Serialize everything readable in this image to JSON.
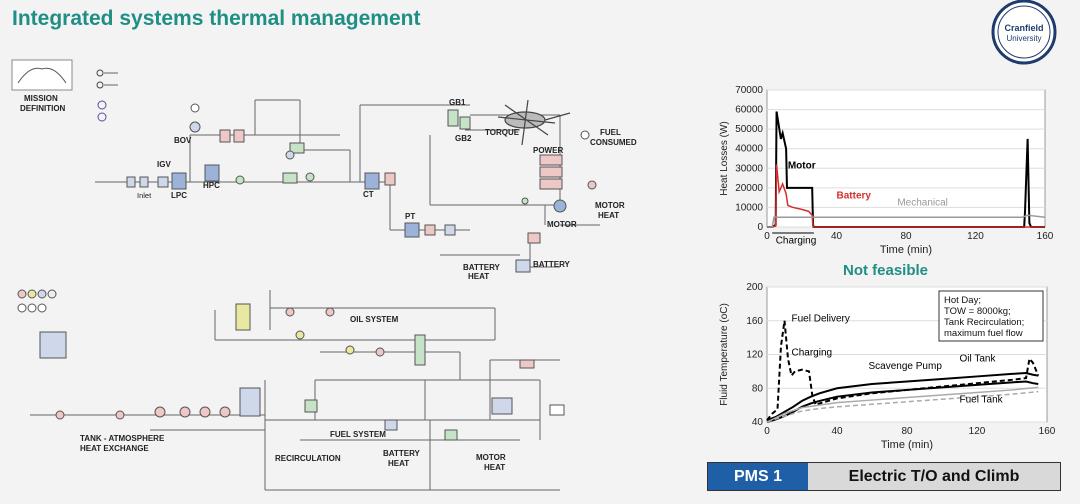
{
  "slide": {
    "title": "Integrated systems thermal management",
    "logo": {
      "line1": "Cranfield",
      "line2": "University"
    },
    "not_feasible": "Not feasible",
    "footer": {
      "label": "PMS 1",
      "text": "Electric T/O and Climb"
    }
  },
  "diagram_top": {
    "mission_line1": "MISSION",
    "mission_line2": "DEFINITION",
    "bov": "BOV",
    "igv": "IGV",
    "hpc": "HPC",
    "lpc": "LPC",
    "inlet": "Inlet",
    "ct": "CT",
    "pt": "PT",
    "gb1": "GB1",
    "gb2": "GB2",
    "torque": "TORQUE",
    "fuel_line1": "FUEL",
    "fuel_line2": "CONSUMED",
    "power": "POWER",
    "motor": "MOTOR",
    "motor_heat_line1": "MOTOR",
    "motor_heat_line2": "HEAT",
    "battery": "BATTERY",
    "battery_heat_line1": "BATTERY",
    "battery_heat_line2": "HEAT"
  },
  "diagram_bottom": {
    "oil_system": "OIL SYSTEM",
    "fuel_system": "FUEL SYSTEM",
    "recirculation": "RECIRCULATION",
    "tank_line1": "TANK - ATMOSPHERE",
    "tank_line2": "HEAT EXCHANGE",
    "battery_heat_line1": "BATTERY",
    "battery_heat_line2": "HEAT",
    "motor_heat_line1": "MOTOR",
    "motor_heat_line2": "HEAT"
  },
  "chart_data": [
    {
      "type": "line",
      "title": "",
      "xlabel": "Time (min)",
      "ylabel": "Heat Losses (W)",
      "xlim": [
        0,
        160
      ],
      "ylim": [
        0,
        70000
      ],
      "xticks": [
        0,
        40,
        80,
        120,
        160
      ],
      "yticks": [
        0,
        10000,
        20000,
        30000,
        40000,
        50000,
        60000,
        70000
      ],
      "grid": true,
      "series": [
        {
          "name": "Motor",
          "color": "#000000",
          "x": [
            0,
            3,
            5,
            5.5,
            8,
            9,
            11,
            11.5,
            13,
            15,
            15.5,
            20,
            26,
            26.5,
            27,
            30,
            40,
            80,
            120,
            148,
            148.5,
            150,
            151,
            152,
            160
          ],
          "y": [
            0,
            0,
            1000,
            59000,
            45000,
            48000,
            40000,
            20000,
            20000,
            20000,
            20000,
            20000,
            20000,
            1000,
            0,
            0,
            0,
            0,
            0,
            0,
            8000,
            45000,
            2000,
            0,
            0
          ]
        },
        {
          "name": "Battery",
          "color": "#d0312d",
          "x": [
            0,
            3,
            5,
            5.5,
            7,
            9,
            11,
            12,
            15,
            20,
            24,
            26,
            26.5,
            30,
            40,
            80,
            120,
            160
          ],
          "y": [
            0,
            0,
            500,
            32000,
            18000,
            22000,
            17000,
            11000,
            10000,
            9000,
            8000,
            6000,
            0,
            0,
            0,
            0,
            0,
            0
          ]
        },
        {
          "name": "Mechanical",
          "color": "#9a9a9a",
          "x": [
            0,
            3,
            4,
            10,
            20,
            40,
            80,
            120,
            147,
            150,
            160
          ],
          "y": [
            0,
            0,
            5000,
            5000,
            5000,
            5000,
            5000,
            5000,
            5000,
            6000,
            5000
          ]
        }
      ],
      "annotations": [
        {
          "text": "Motor",
          "x": 12,
          "y": 30000,
          "color": "#000000"
        },
        {
          "text": "Battery",
          "x": 40,
          "y": 14500,
          "color": "#d0312d"
        },
        {
          "text": "Mechanical",
          "x": 75,
          "y": 11000,
          "color": "#9a9a9a"
        },
        {
          "text": "Charging",
          "x": 5,
          "y": -8500,
          "color": "#000000"
        }
      ]
    },
    {
      "type": "line",
      "title": "",
      "xlabel": "Time (min)",
      "ylabel": "Fluid Temperature (oC)",
      "xlim": [
        0,
        160
      ],
      "ylim": [
        40,
        200
      ],
      "xticks": [
        0,
        40,
        80,
        120,
        160
      ],
      "yticks": [
        40,
        80,
        120,
        160,
        200
      ],
      "grid": true,
      "legend_box": [
        "Hot Day;",
        "TOW = 8000kg;",
        "Tank Recirculation;",
        "maximum fuel flow"
      ],
      "series": [
        {
          "name": "Fuel Delivery",
          "color": "#000000",
          "dash": true,
          "x": [
            0,
            3,
            6,
            8,
            10,
            12,
            14,
            16,
            20,
            24,
            26,
            28,
            30,
            40,
            60,
            80,
            100,
            120,
            140,
            148,
            150,
            152,
            155
          ],
          "y": [
            42,
            50,
            55,
            130,
            160,
            115,
            95,
            100,
            102,
            100,
            70,
            60,
            62,
            68,
            74,
            78,
            82,
            86,
            90,
            92,
            115,
            110,
            95
          ]
        },
        {
          "name": "Scavenge Pump",
          "color": "#000000",
          "x": [
            0,
            5,
            10,
            15,
            20,
            25,
            30,
            40,
            60,
            80,
            100,
            120,
            140,
            148,
            152,
            155
          ],
          "y": [
            42,
            46,
            52,
            58,
            65,
            70,
            74,
            80,
            85,
            88,
            91,
            94,
            97,
            98,
            96,
            95
          ]
        },
        {
          "name": "Oil Tank",
          "color": "#000000",
          "x": [
            0,
            5,
            10,
            15,
            20,
            25,
            30,
            40,
            60,
            80,
            100,
            120,
            140,
            148,
            152,
            155
          ],
          "y": [
            40,
            43,
            47,
            52,
            58,
            62,
            65,
            70,
            75,
            78,
            81,
            84,
            87,
            88,
            86,
            85
          ]
        },
        {
          "name": "Fuel Tank",
          "color": "#aaaaaa",
          "dash": true,
          "x": [
            0,
            10,
            20,
            30,
            40,
            60,
            80,
            100,
            120,
            140,
            155
          ],
          "y": [
            40,
            47,
            53,
            56,
            58,
            61,
            64,
            67,
            70,
            73,
            76
          ]
        },
        {
          "name": "Fuel Tank solid",
          "color": "#aaaaaa",
          "x": [
            0,
            10,
            20,
            30,
            40,
            60,
            80,
            100,
            120,
            140,
            155
          ],
          "y": [
            40,
            50,
            57,
            60,
            63,
            66,
            69,
            72,
            75,
            78,
            81
          ]
        }
      ],
      "annotations": [
        {
          "text": "Fuel Delivery",
          "x": 14,
          "y": 159,
          "color": "#000000"
        },
        {
          "text": "Charging",
          "x": 14,
          "y": 119,
          "color": "#000000"
        },
        {
          "text": "Scavenge Pump",
          "x": 58,
          "y": 103,
          "color": "#000000"
        },
        {
          "text": "Oil Tank",
          "x": 110,
          "y": 112,
          "color": "#000000"
        },
        {
          "text": "Fuel Tank",
          "x": 110,
          "y": 63,
          "color": "#000000"
        }
      ]
    }
  ]
}
